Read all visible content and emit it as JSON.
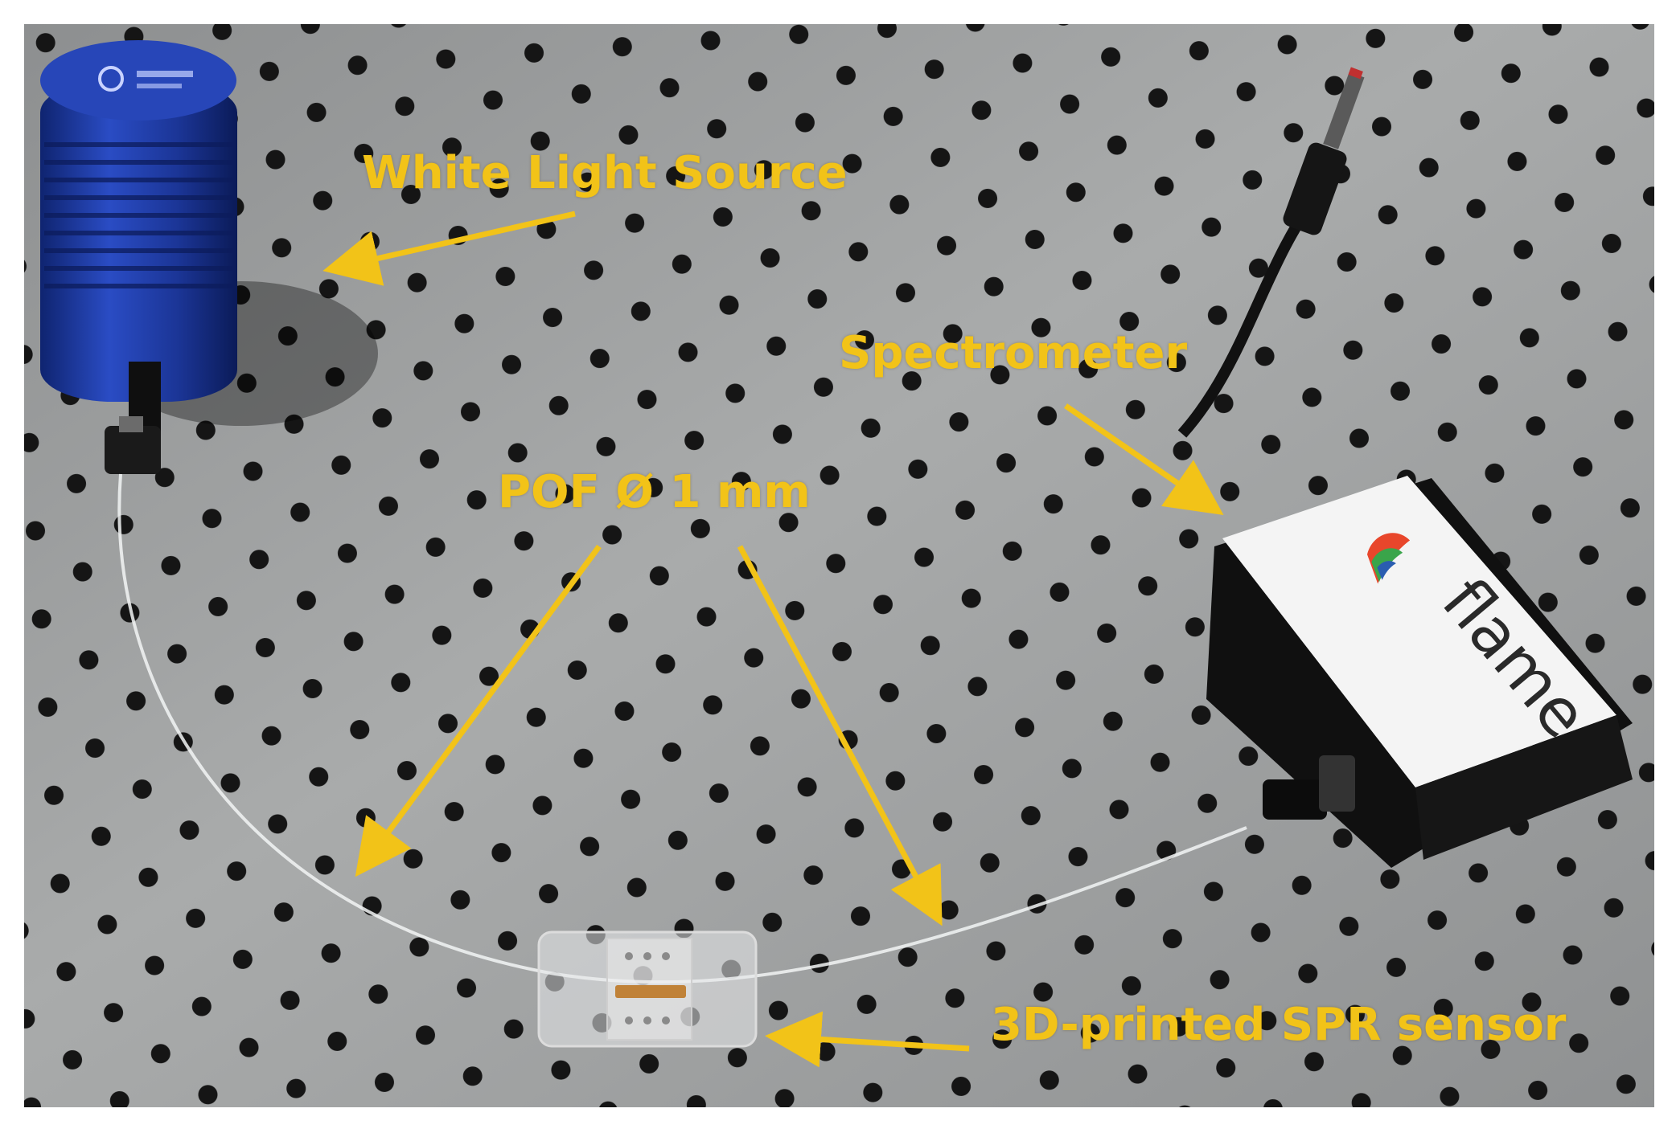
{
  "annotations": {
    "white_light_source": "White Light Source",
    "spectrometer": "Spectrometer",
    "pof": "POF Ø 1 mm",
    "spr_sensor": "3D-printed SPR sensor"
  },
  "device_labels": {
    "spectrometer_brand": "flame"
  },
  "colors": {
    "annotation": "#f2c318",
    "table": "#9a9c9c",
    "hole": "#161616",
    "light_source_body": "#1c3aa0",
    "spectrometer_body": "#121212",
    "spectrometer_top": "#f4f4f4"
  }
}
